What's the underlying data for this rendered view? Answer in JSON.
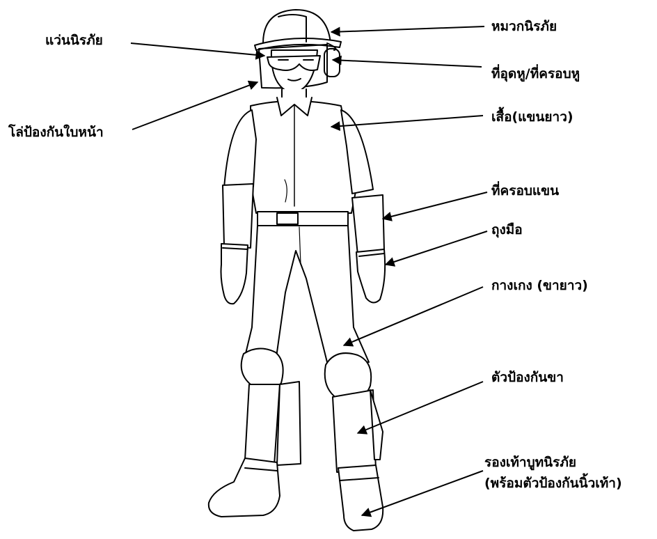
{
  "labels": {
    "safety_glasses": "แว่นนิรภัย",
    "face_shield": "โล่ป้องกันใบหน้า",
    "helmet": "หมวกนิรภัย",
    "ear_protection": "ที่อุดหู/ที่ครอบหู",
    "long_sleeve_shirt": "เสื้อ(แขนยาว)",
    "arm_guard": "ที่ครอบแขน",
    "gloves": "ถุงมือ",
    "long_pants": "กางเกง (ขายาว)",
    "leg_guard": "ตัวป้องกันขา",
    "safety_boots_line1": "รองเท้าบูทนิรภัย",
    "safety_boots_line2": "(พร้อมตัวป้องกันนิ้วเท้า)"
  }
}
